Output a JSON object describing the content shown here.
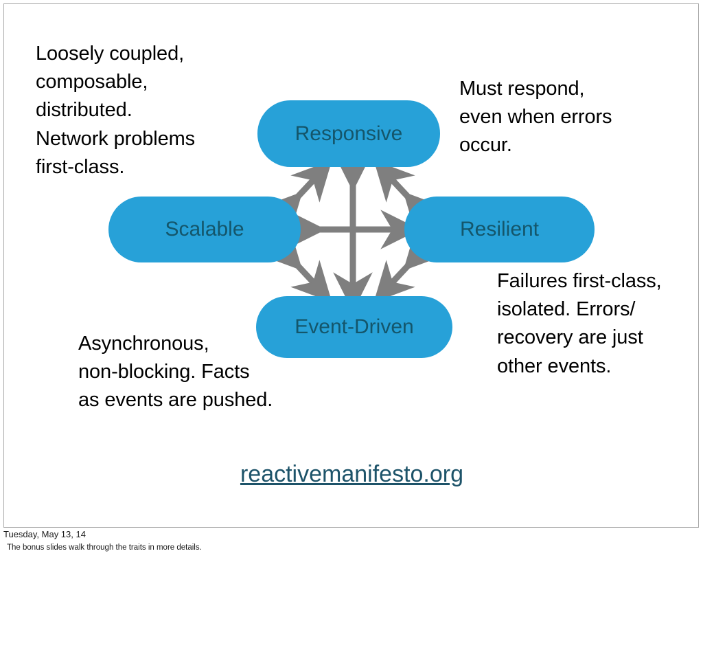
{
  "slide": {
    "notes": {
      "top_left": "Loosely coupled,\ncomposable,\ndistributed.\nNetwork problems\nfirst-class.",
      "top_right": "Must respond,\neven when errors\noccur.",
      "bottom_left": "Asynchronous,\nnon-blocking. Facts\nas events are pushed.",
      "bottom_right": "Failures first-class,\nisolated. Errors/\nrecovery are just\nother events."
    },
    "diagram": {
      "type": "reactive-traits",
      "nodes": [
        {
          "id": "responsive",
          "label": "Responsive"
        },
        {
          "id": "scalable",
          "label": "Scalable"
        },
        {
          "id": "resilient",
          "label": "Resilient"
        },
        {
          "id": "event-driven",
          "label": "Event-Driven"
        }
      ],
      "connections": [
        {
          "from": "responsive",
          "to": "event-driven",
          "style": "double-arrow",
          "direction": "vertical"
        },
        {
          "from": "scalable",
          "to": "resilient",
          "style": "double-arrow",
          "direction": "horizontal"
        },
        {
          "from": "responsive",
          "to": "scalable",
          "style": "double-arrow",
          "direction": "diagonal"
        },
        {
          "from": "responsive",
          "to": "resilient",
          "style": "double-arrow",
          "direction": "diagonal"
        },
        {
          "from": "event-driven",
          "to": "scalable",
          "style": "double-arrow",
          "direction": "diagonal"
        },
        {
          "from": "event-driven",
          "to": "resilient",
          "style": "double-arrow",
          "direction": "diagonal"
        }
      ],
      "colors": {
        "node_fill": "#27a1d8",
        "node_text": "#14566b",
        "arrow": "#7f7f7f"
      }
    },
    "link": {
      "label": "reactivemanifesto.org",
      "color": "#1d5369"
    }
  },
  "footer": {
    "date": "Tuesday, May 13, 14",
    "note": "The bonus slides walk through the traits in more details."
  }
}
